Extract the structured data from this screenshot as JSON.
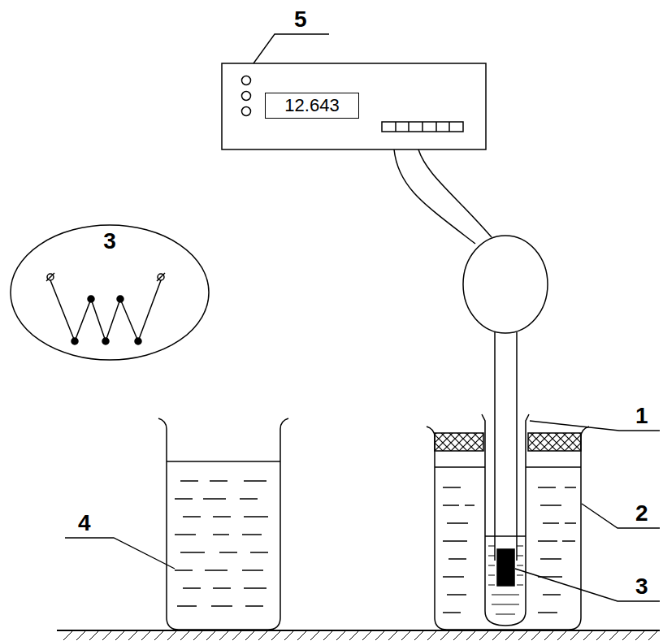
{
  "diagram": {
    "nodes": [
      {
        "text": [
          "12.643"
        ]
      },
      {
        "text": [
          "3"
        ]
      }
    ],
    "labels": [
      "5",
      "1",
      "2",
      "3",
      "4"
    ]
  }
}
